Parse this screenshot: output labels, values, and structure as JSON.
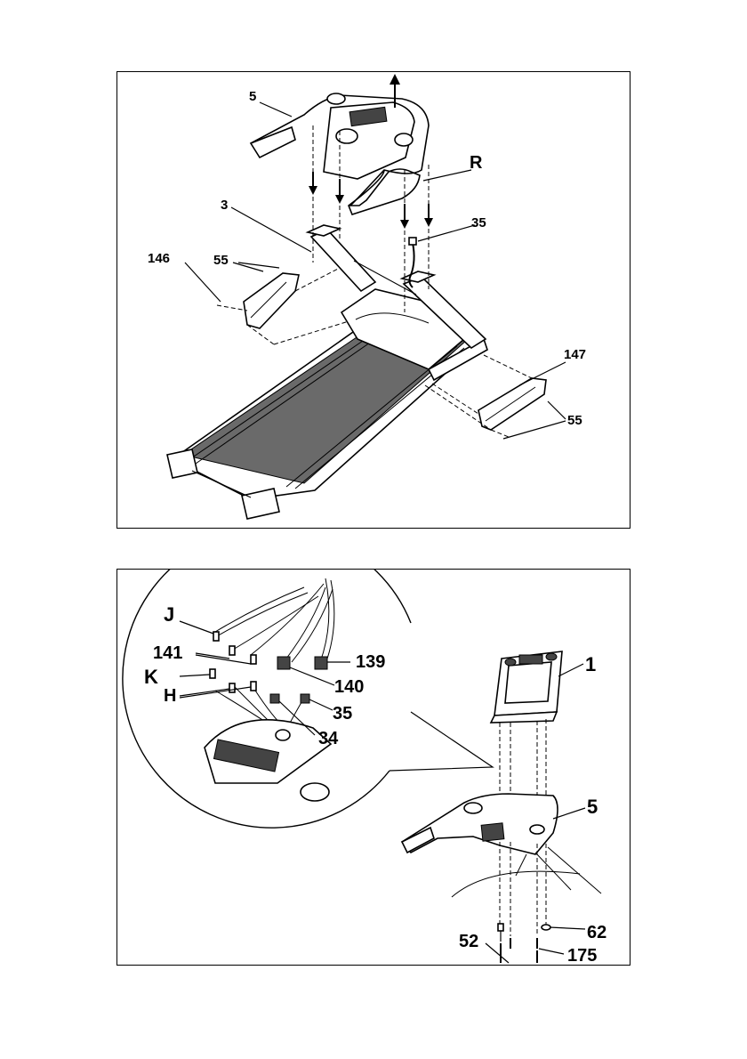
{
  "figure_top": {
    "labels": {
      "console_frame": "5",
      "arrow_r": "R",
      "upright": "3",
      "cable": "35",
      "left_cover": "146",
      "screws_left": "55",
      "right_cover": "147",
      "screws_right": "55"
    }
  },
  "figure_bottom": {
    "labels": {
      "conn_j": "J",
      "conn_141": "141",
      "conn_k": "K",
      "conn_h": "H",
      "conn_139": "139",
      "conn_140": "140",
      "conn_35": "35",
      "conn_34": "34",
      "console": "1",
      "frame": "5",
      "bolt_52": "52",
      "washer_62": "62",
      "screw_175": "175"
    }
  }
}
